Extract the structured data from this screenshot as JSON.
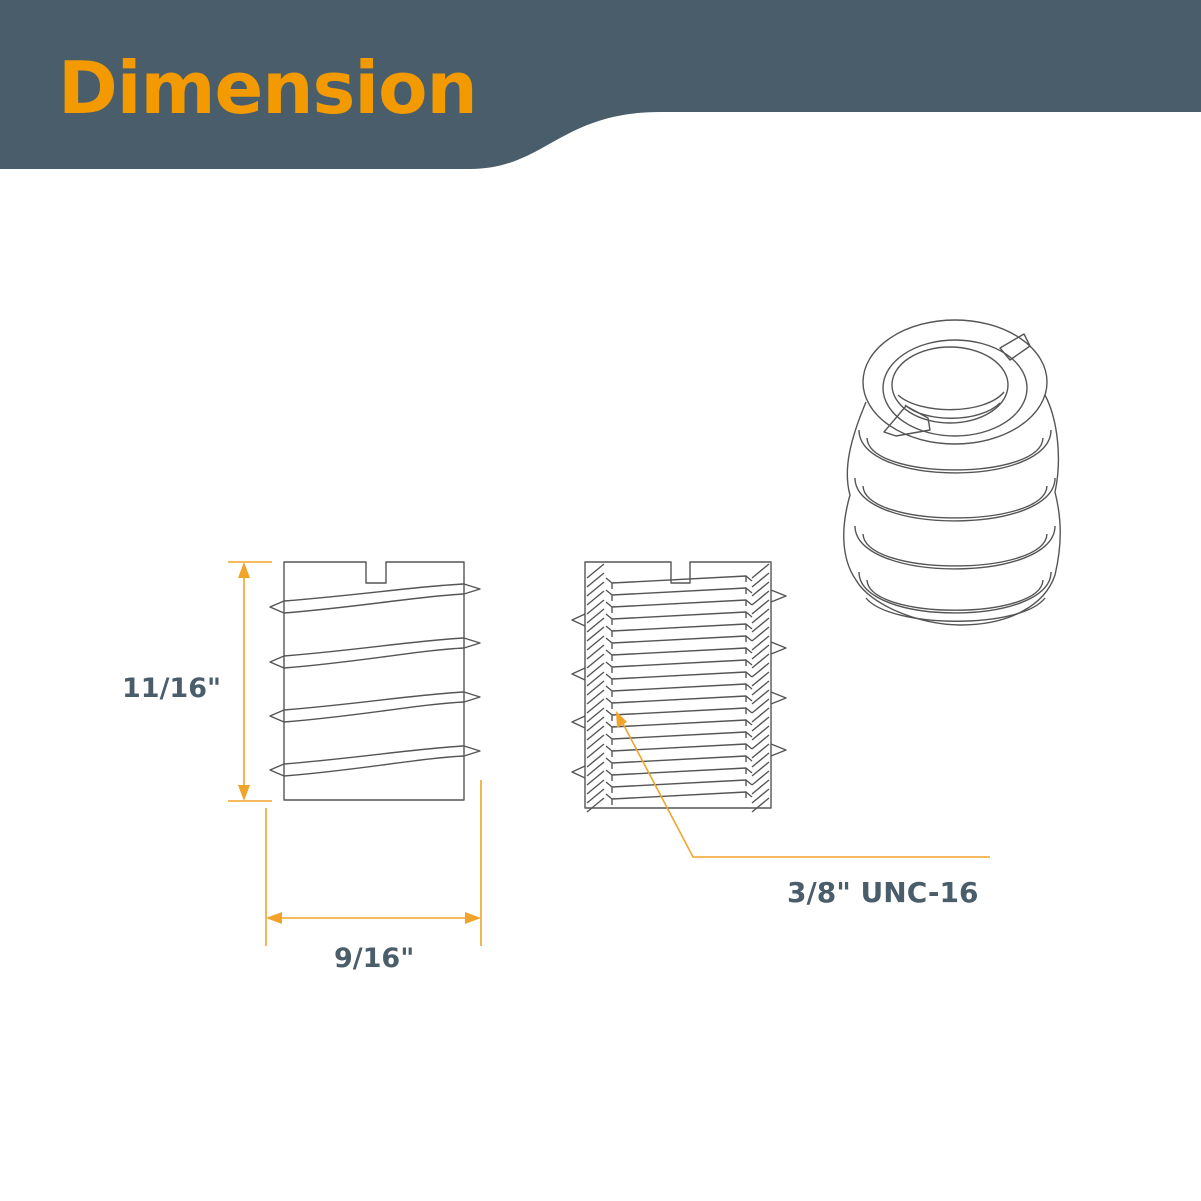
{
  "header": {
    "title": "Dimension"
  },
  "dimensions": {
    "height_label": "11/16\"",
    "width_label": "9/16\"",
    "thread_label": "3/8\"  UNC-16"
  },
  "colors": {
    "header_band": "#4a5d6a",
    "title": "#f29a00",
    "accent": "#f2a32a",
    "label_text": "#4a5d6a",
    "line_art": "#555555",
    "background": "#ffffff"
  }
}
